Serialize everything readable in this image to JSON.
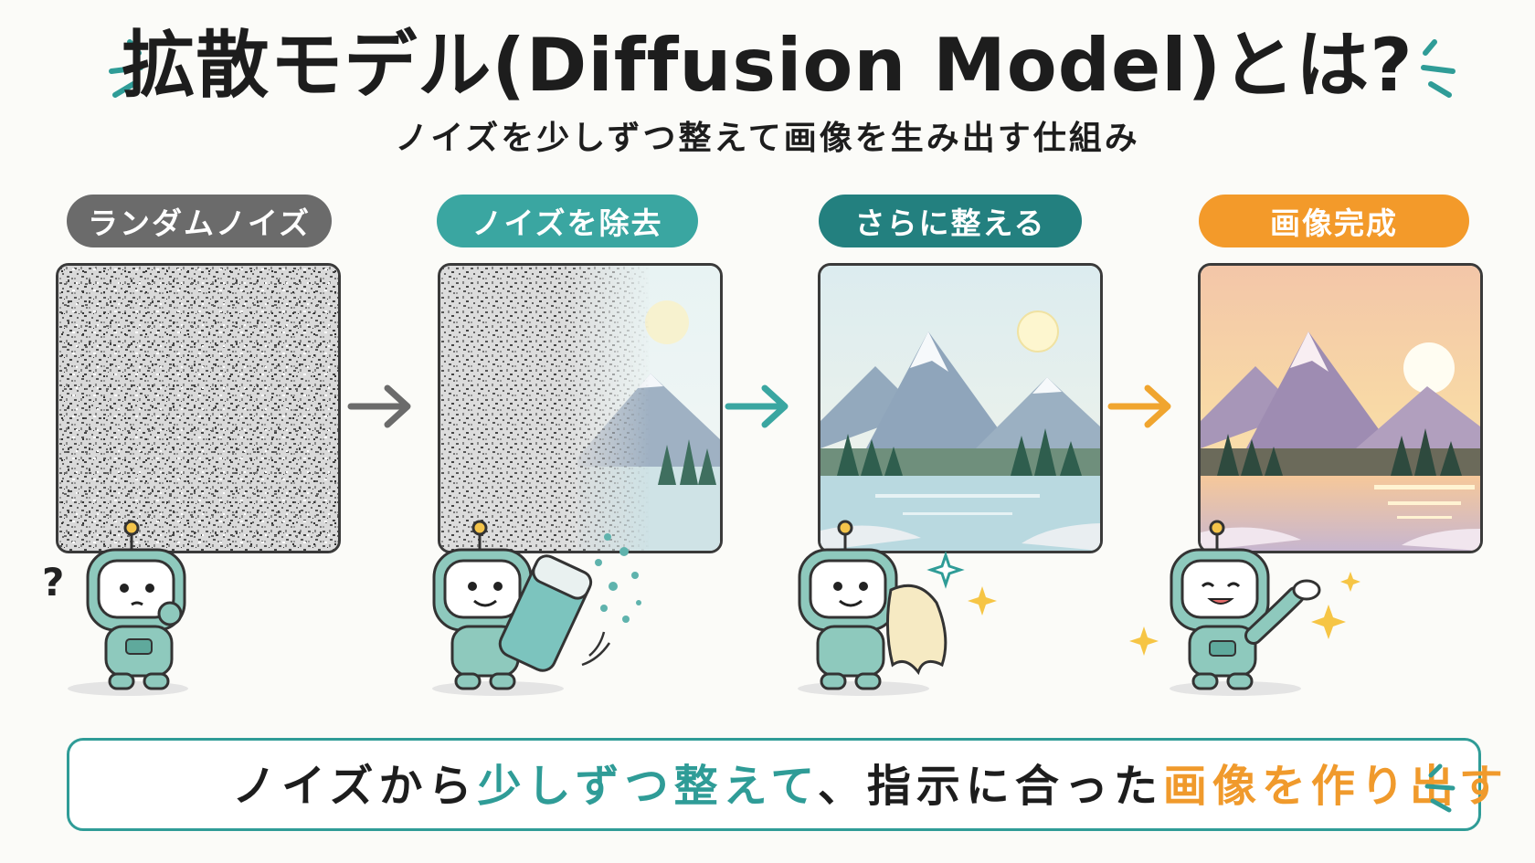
{
  "header": {
    "title": "拡散モデル(Diffusion Model)とは?",
    "subtitle": "ノイズを少しずつ整えて画像を生み出す仕組み"
  },
  "steps": [
    {
      "label": "ランダムノイズ",
      "color": "#6b6b6b"
    },
    {
      "label": "ノイズを除去",
      "color": "#3aa6a1"
    },
    {
      "label": "さらに整える",
      "color": "#23807f"
    },
    {
      "label": "画像完成",
      "color": "#f39a2a"
    }
  ],
  "arrow_colors": [
    "#6b6b6b",
    "#3aa6a1",
    "#f0a52f"
  ],
  "robot": {
    "question_mark": "?"
  },
  "summary": {
    "part1": "ノイズから",
    "part2": "少しずつ整えて",
    "part3": "、指示に合った",
    "part4": "画像を作り出す"
  }
}
